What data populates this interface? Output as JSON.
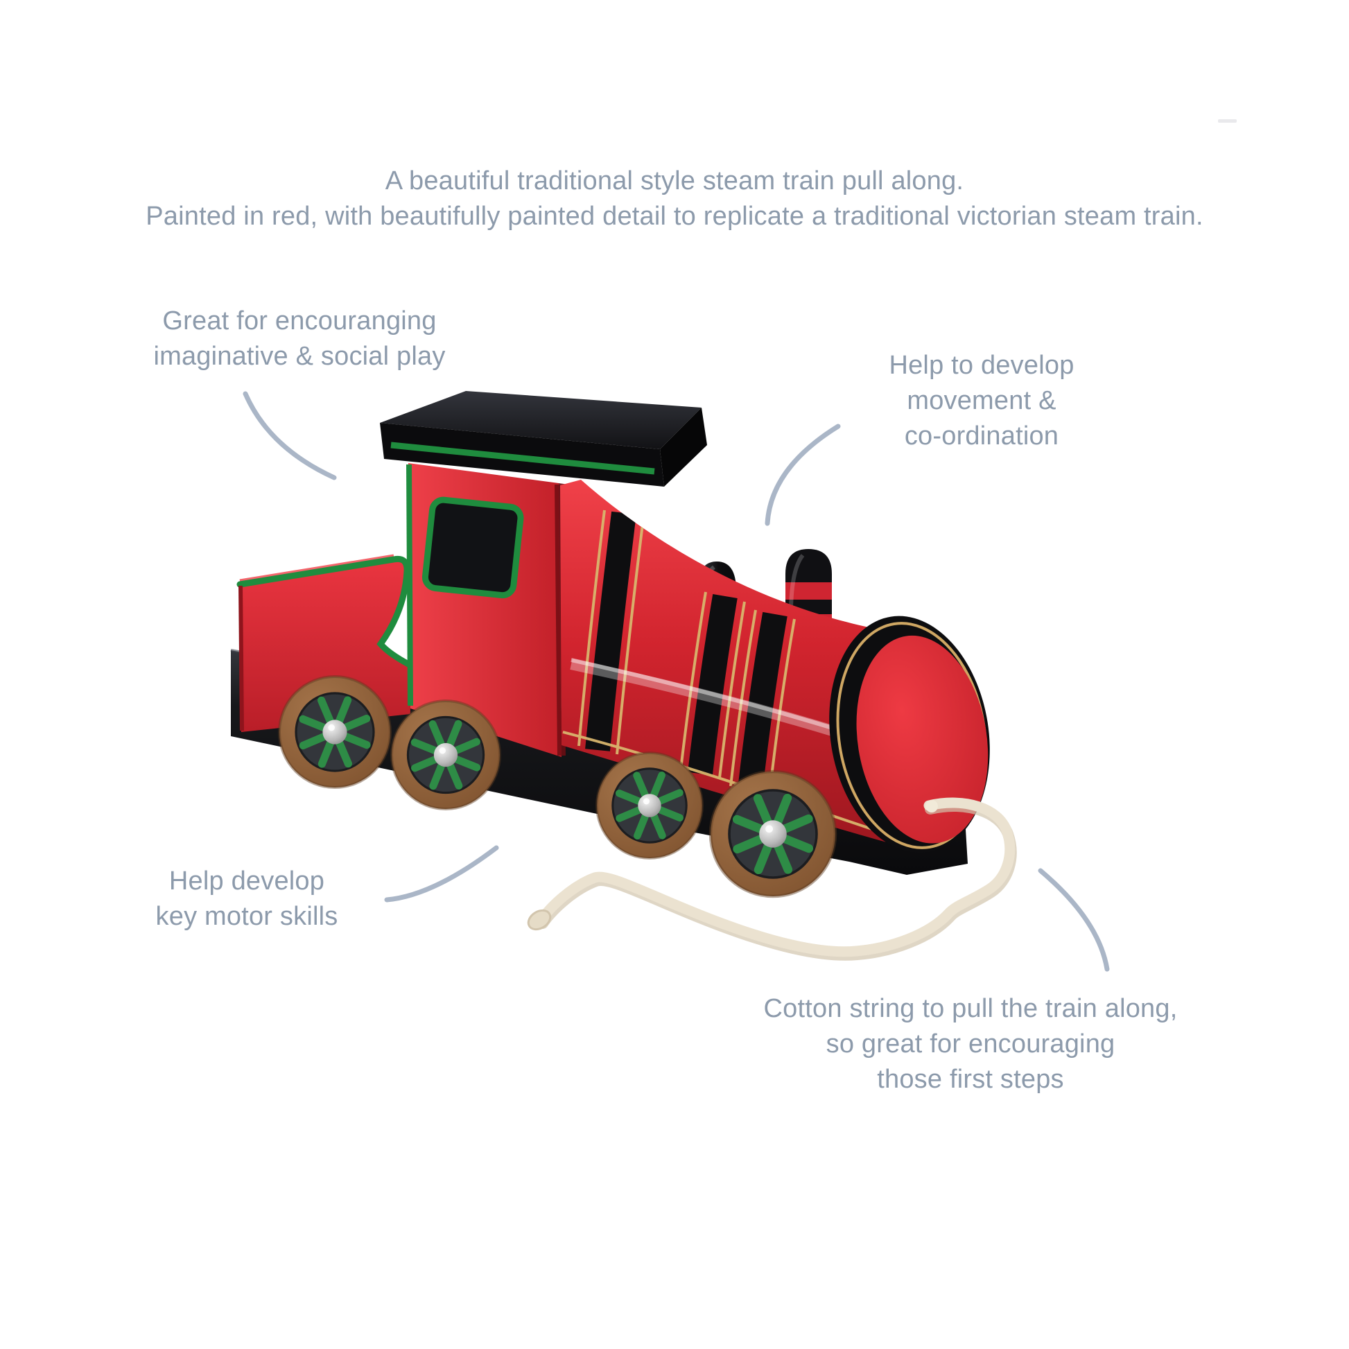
{
  "page": {
    "background": "#ffffff",
    "text_color": "#8c9aab",
    "callout_line_color": "#aab6c7"
  },
  "intro": {
    "line1": "A beautiful traditional style steam train pull along.",
    "line2": "Painted in red, with beautifully painted detail to replicate a traditional victorian steam train."
  },
  "annotations": {
    "imaginative_play": {
      "line1": "Great for encouranging",
      "line2": "imaginative & social play"
    },
    "movement": {
      "line1": "Help to develop",
      "line2": "movement &",
      "line3": "co-ordination"
    },
    "motor_skills": {
      "line1": "Help develop",
      "line2": "key motor skills"
    },
    "cotton_string": {
      "line1": "Cotton string to pull the train along,",
      "line2": "so great for encouraging",
      "line3": "those first steps"
    }
  },
  "illustration": {
    "subject": "Red wooden victorian-style steam train pull-along toy with cotton string",
    "colors": {
      "body_red": "#d8232e",
      "trim_green": "#1f8c3e",
      "roof_black": "#16171a",
      "wheel_brown": "#8a5c36",
      "spoke_green": "#2e8c46",
      "pinstripe_gold": "#d8b66e",
      "string_cream": "#ebe2d0"
    }
  }
}
